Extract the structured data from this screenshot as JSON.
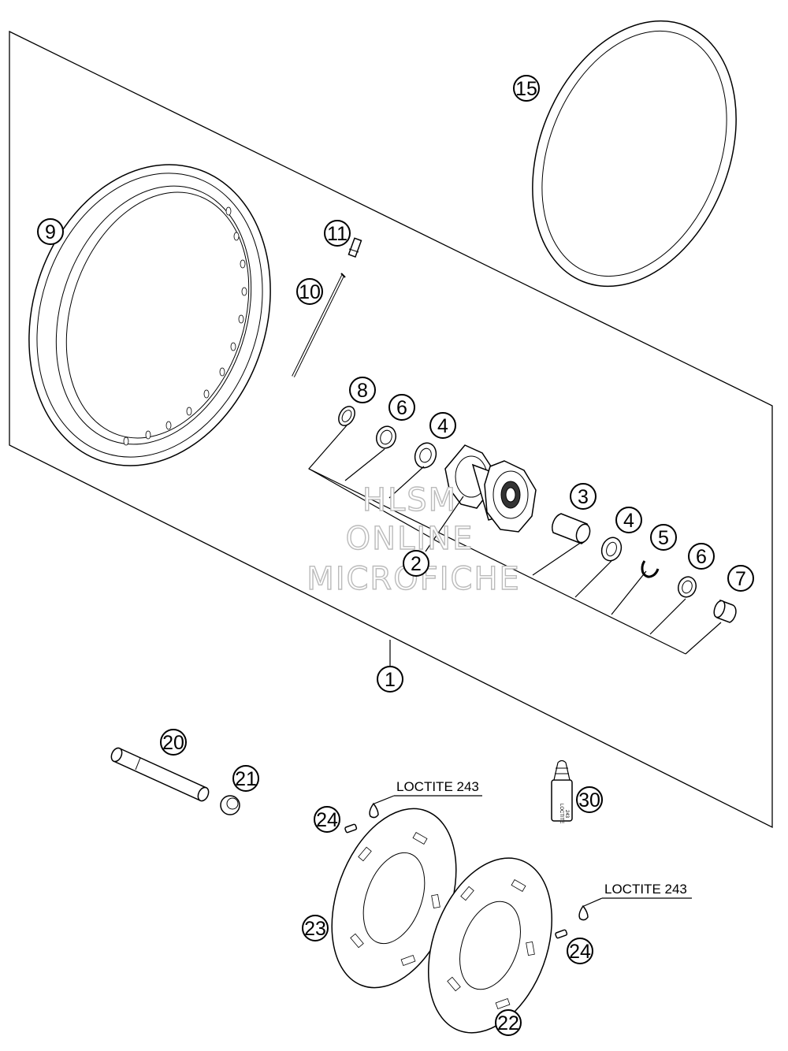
{
  "callouts": {
    "c1": "1",
    "c2": "2",
    "c3": "3",
    "c4a": "4",
    "c4b": "4",
    "c5": "5",
    "c6a": "6",
    "c6b": "6",
    "c7": "7",
    "c8": "8",
    "c9": "9",
    "c10": "10",
    "c11": "11",
    "c15": "15",
    "c20": "20",
    "c21": "21",
    "c22": "22",
    "c23": "23",
    "c24a": "24",
    "c24b": "24",
    "c30": "30"
  },
  "notes": {
    "loctite_left": "LOCTITE 243",
    "loctite_right": "LOCTITE 243",
    "bottle_label_1": "LOCTITE",
    "bottle_label_2": "243"
  },
  "watermark": {
    "line1": "HLSM",
    "line2": "ONLINE",
    "line3": "MICROFICHE"
  }
}
